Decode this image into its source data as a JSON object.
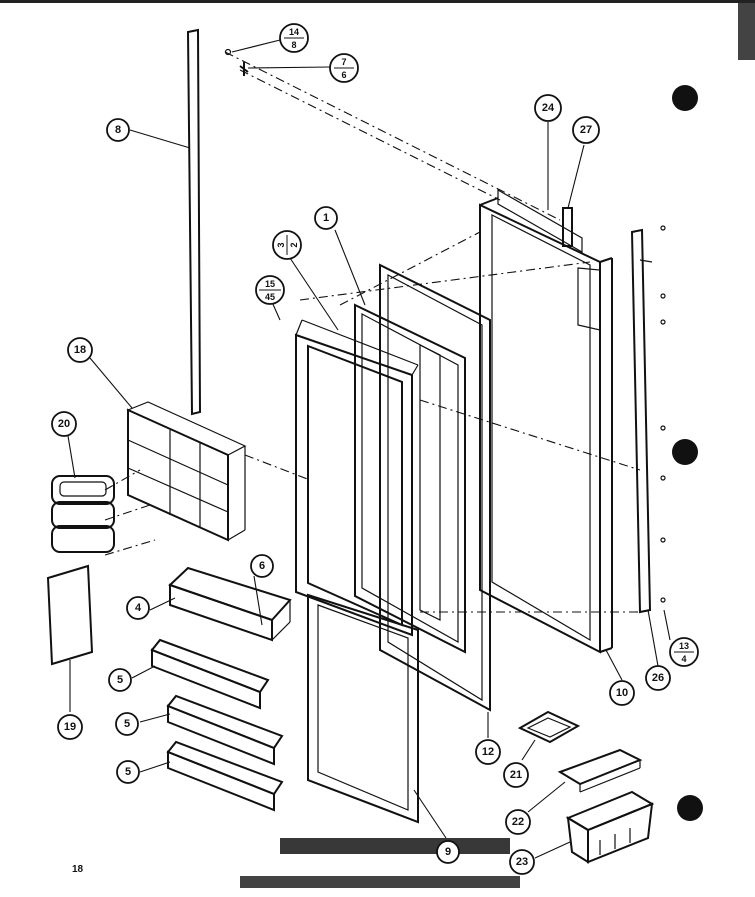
{
  "page": {
    "number": "18"
  },
  "callouts": {
    "c1": "1",
    "c4": "4",
    "c5a": "5",
    "c5b": "5",
    "c5c": "5",
    "c6": "6",
    "c8": "8",
    "c9": "9",
    "c10": "10",
    "c12": "12",
    "c18": "18",
    "c19": "19",
    "c20": "20",
    "c21": "21",
    "c22": "22",
    "c23": "23",
    "c24": "24",
    "c26": "26",
    "c27": "27"
  },
  "fractions": {
    "f14": {
      "top": "14",
      "bottom": "8"
    },
    "f7": {
      "top": "7",
      "bottom": "6"
    },
    "f3": {
      "top": "3",
      "bottom": "2"
    },
    "f15": {
      "top": "15",
      "bottom": "45"
    },
    "f13": {
      "top": "13",
      "bottom": "4"
    }
  }
}
